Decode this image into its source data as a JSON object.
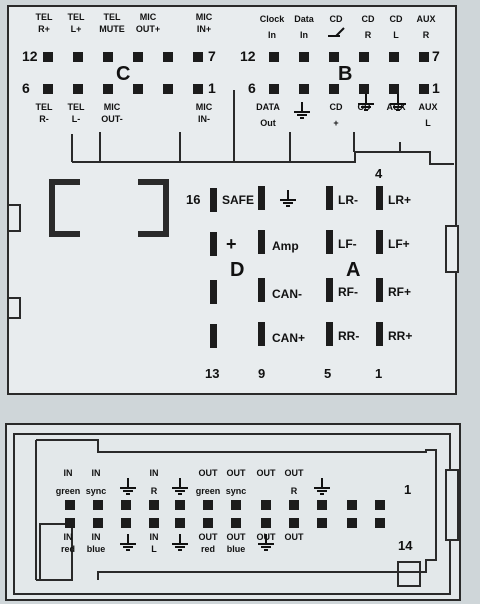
{
  "colors": {
    "paper": "#e6eaec",
    "background": "#cfd6d9",
    "ink": "#1c1c1c"
  },
  "connectors": {
    "C": {
      "label": "C",
      "num_top_left": "12",
      "num_top_right": "7",
      "num_bottom_left": "6",
      "num_bottom_right": "1",
      "top_labels": [
        [
          "TEL",
          "R+"
        ],
        [
          "TEL",
          "L+"
        ],
        [
          "TEL",
          "MUTE"
        ],
        [
          "MIC",
          "OUT+"
        ],
        [
          "MIC",
          "IN+"
        ]
      ],
      "bottom_labels": [
        [
          "TEL",
          "R-"
        ],
        [
          "TEL",
          "L-"
        ],
        [
          "MIC",
          "OUT-"
        ],
        [
          "MIC",
          "IN-"
        ]
      ]
    },
    "B": {
      "label": "B",
      "num_top_left": "12",
      "num_top_right": "7",
      "num_bottom_left": "6",
      "num_bottom_right": "1",
      "top_labels": [
        [
          "Clock",
          "In"
        ],
        [
          "Data",
          "In"
        ],
        [
          "CD",
          ""
        ],
        [
          "CD",
          "R"
        ],
        [
          "CD",
          "L"
        ],
        [
          "AUX",
          "R"
        ]
      ],
      "bottom_labels": [
        [
          "DATA",
          "Out"
        ],
        [
          "CD",
          "+"
        ],
        [
          "CD",
          ""
        ],
        [
          "AUX",
          ""
        ],
        [
          "AUX",
          "L"
        ]
      ]
    },
    "A": {
      "label": "A",
      "pin_numbers": {
        "top": "4",
        "bottom_left": "5",
        "bottom_right": "1"
      },
      "pins": [
        "LR-",
        "LR+",
        "LF-",
        "LF+",
        "RF-",
        "RF+",
        "RR-",
        "RR+"
      ]
    },
    "D": {
      "label": "D",
      "pin_numbers": {
        "top": "16",
        "bottom_left": "13",
        "bottom_right": "9"
      },
      "pins": [
        "SAFE",
        "Amp",
        "CAN-",
        "CAN+"
      ],
      "plus_sign": "+"
    },
    "mini_iso": {
      "pin_first": "1",
      "pin_last": "14",
      "top_labels": [
        [
          "IN",
          "green"
        ],
        [
          "IN",
          "sync"
        ],
        [
          "",
          ""
        ],
        [
          "IN",
          "R"
        ],
        [
          "",
          ""
        ],
        [
          "OUT",
          "green"
        ],
        [
          "OUT",
          "sync"
        ],
        [
          "OUT",
          ""
        ],
        [
          "OUT",
          "R"
        ],
        [
          "",
          ""
        ]
      ],
      "bottom_labels": [
        [
          "IN",
          "red"
        ],
        [
          "IN",
          "blue"
        ],
        [
          "",
          ""
        ],
        [
          "IN",
          "L"
        ],
        [
          "",
          ""
        ],
        [
          "OUT",
          "red"
        ],
        [
          "OUT",
          "blue"
        ],
        [
          "OUT",
          ""
        ],
        [
          "OUT",
          ""
        ],
        [
          "",
          ""
        ]
      ]
    }
  }
}
